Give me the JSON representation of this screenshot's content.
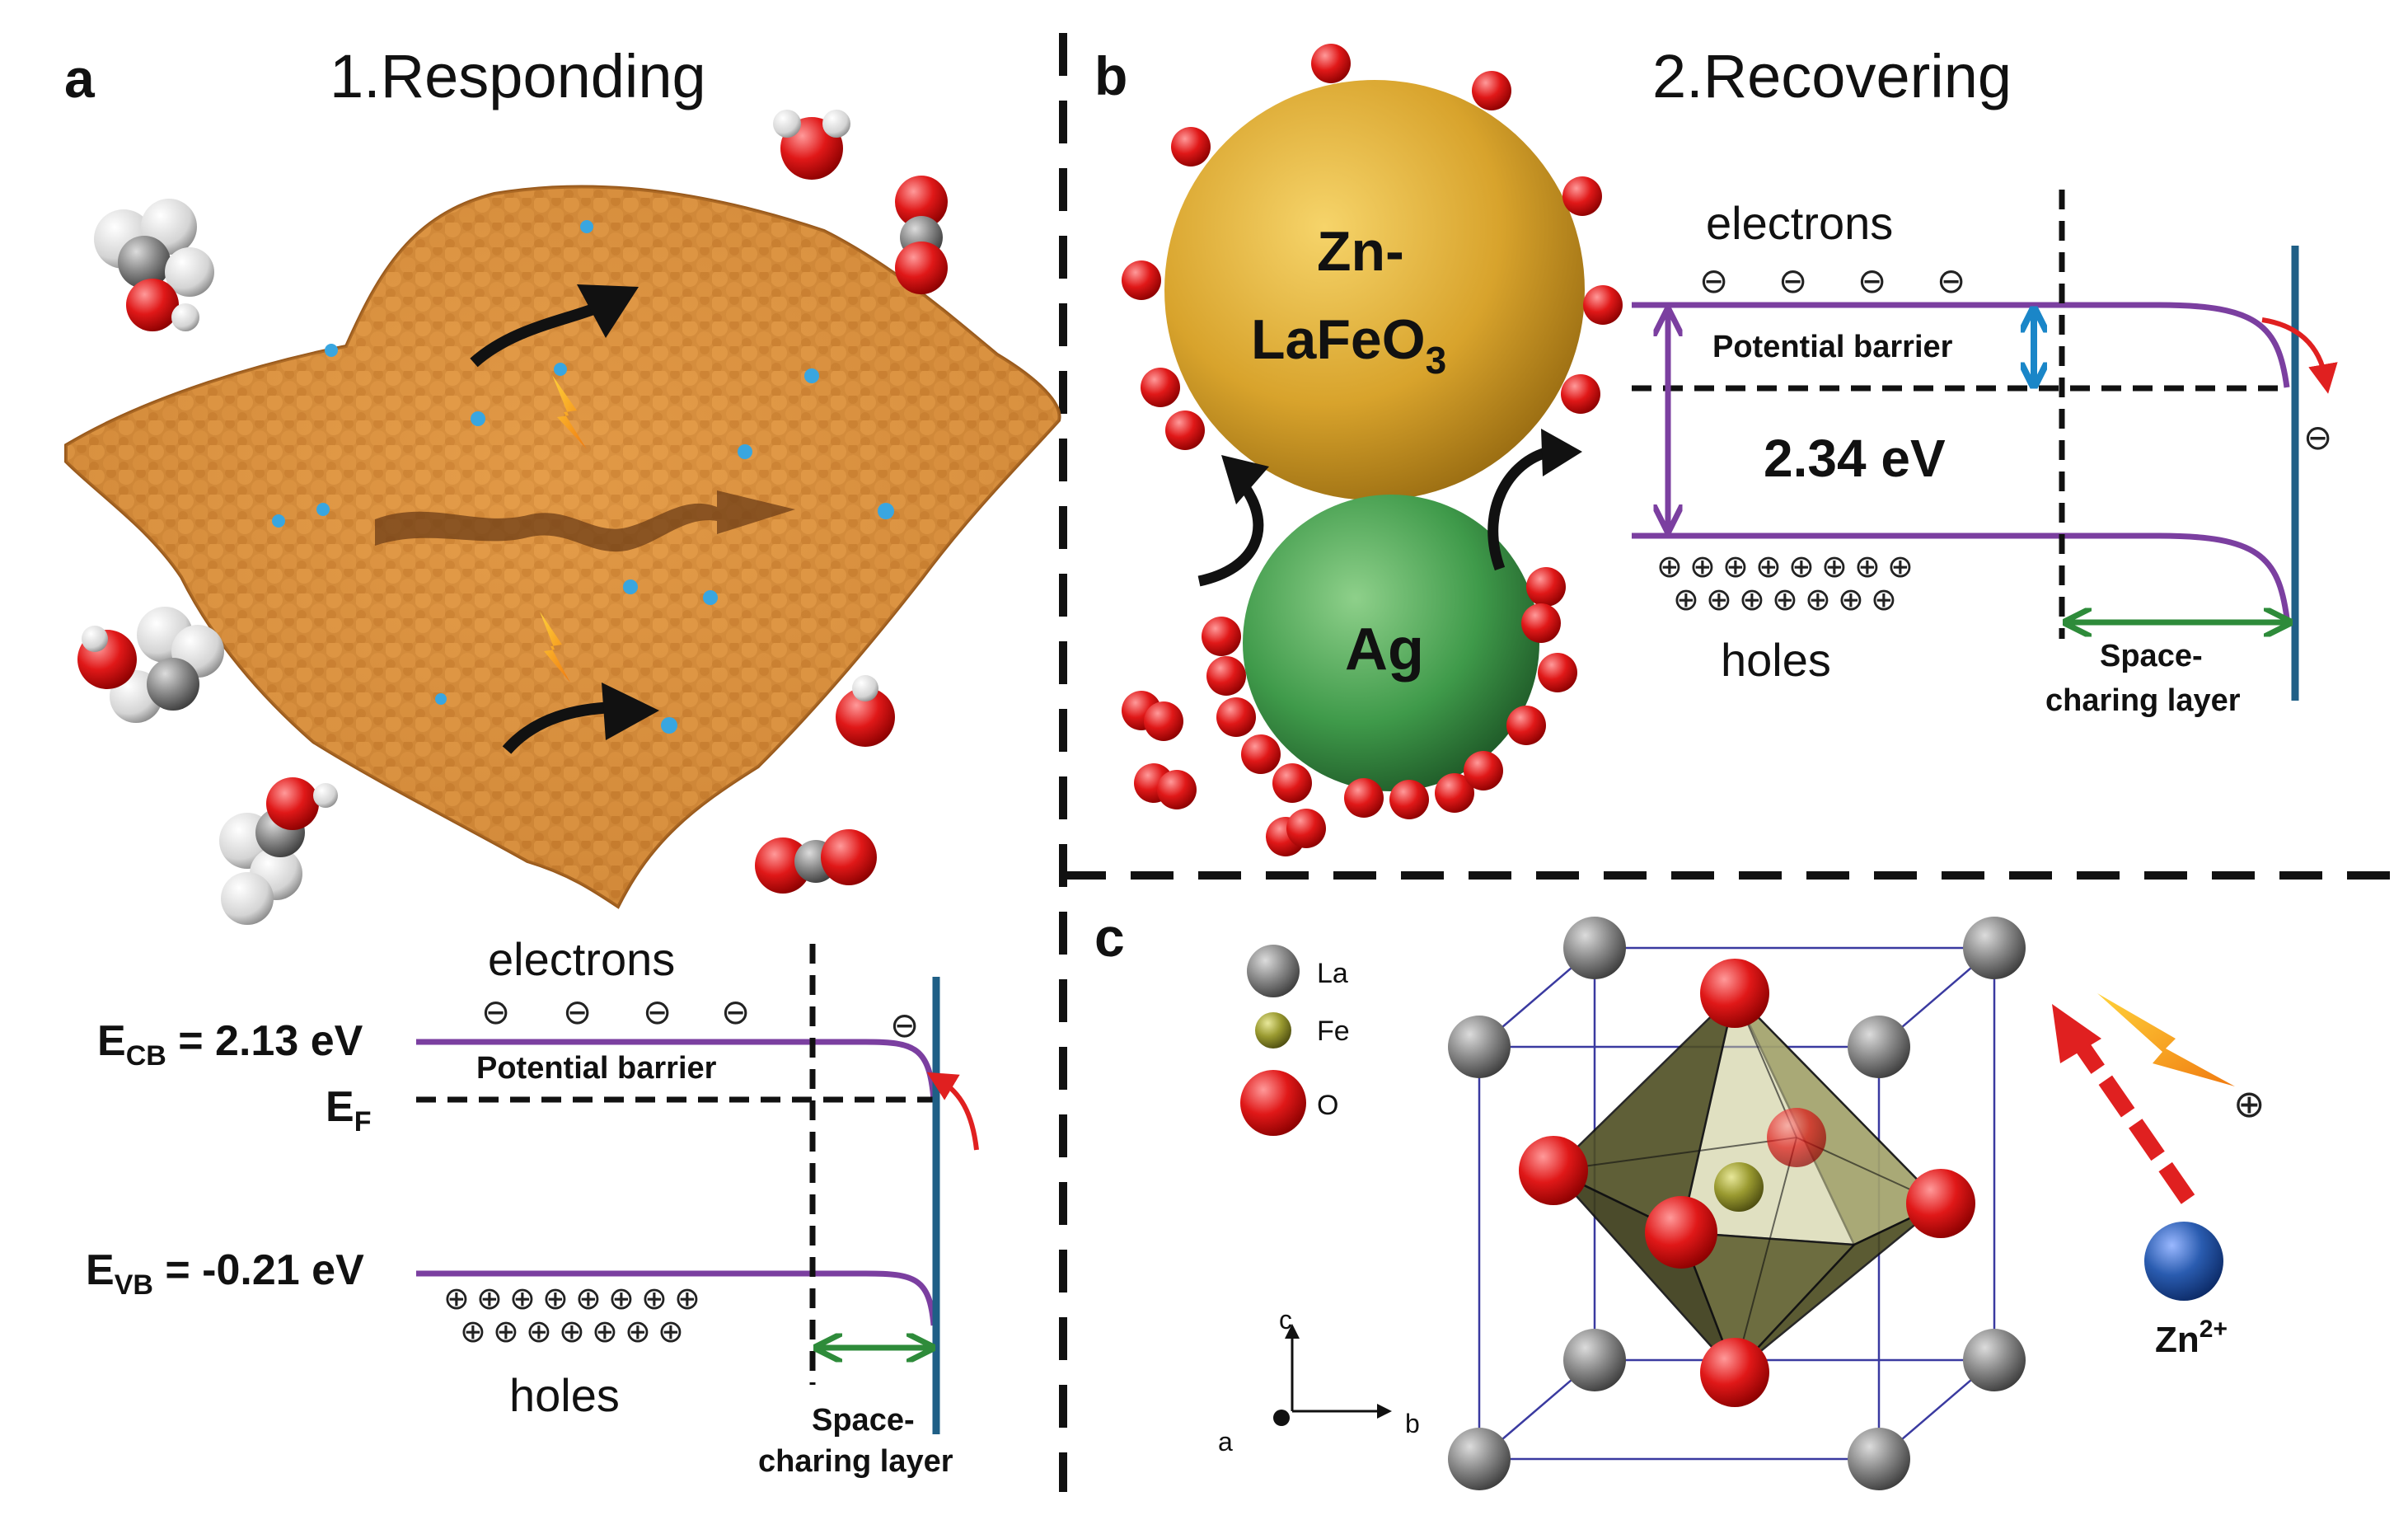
{
  "panel_a": {
    "letter": "a",
    "title": "1.Responding",
    "electrons": "electrons",
    "barrier": "Potential barrier",
    "ecb_main": "E",
    "ecb_sub": "CB",
    "ecb_value": " = 2.13 eV",
    "ef_main": "E",
    "ef_sub": "F",
    "evb_main": "E",
    "evb_sub": "VB",
    "evb_value": " = -0.21 eV",
    "holes": "holes",
    "space1": "Space-",
    "space2": "charing layer"
  },
  "panel_b": {
    "letter": "b",
    "title": "2.Recovering",
    "sphere1_line1": "Zn-",
    "sphere1_line2": "LaFeO",
    "sphere1_sub": "3",
    "sphere2": "Ag",
    "electrons": "electrons",
    "barrier": "Potential barrier",
    "energy": "2.34 eV",
    "holes": "holes",
    "space1": "Space-",
    "space2": "charing layer"
  },
  "panel_c": {
    "letter": "c",
    "legend": [
      {
        "label": "La",
        "color": "#8a8a8a"
      },
      {
        "label": "Fe",
        "color": "#7a7a2a"
      },
      {
        "label": "O",
        "color": "#e01818"
      }
    ],
    "axis_c": "c",
    "axis_a": "a",
    "axis_b": "b",
    "ion_main": "Zn",
    "ion_sup": "2+"
  },
  "symbols": {
    "minus": "⊖",
    "plus": "⊕"
  },
  "colors": {
    "band": "#7b3fa0",
    "metal": "#1f5f86",
    "space_arrow": "#2e8b3a",
    "barrier_arrow": "#1a86c8",
    "surface": "#d9903c",
    "zn_sphere": "#d8a32c",
    "ag_sphere": "#3f9a4a",
    "oxygen": "#e01818",
    "zn_ion": "#2a5cb0"
  }
}
